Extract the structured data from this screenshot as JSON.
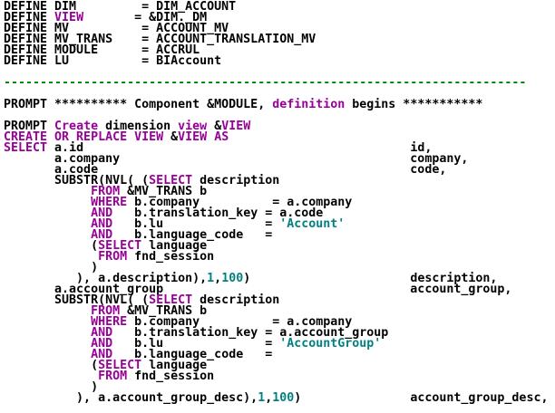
{
  "page": {
    "background": "#ffffff",
    "description": "SQL script editor view with syntax highlighting"
  },
  "palette": {
    "default": "#000000",
    "keyword": "#990099",
    "string": "#008080",
    "number": "#008080",
    "separator": "#008000"
  },
  "code": {
    "lines": [
      {
        "segments": [
          {
            "t": "DEFINE DIM         = DIM_ACCOUNT",
            "c": "default"
          }
        ]
      },
      {
        "segments": [
          {
            "t": "DEFINE ",
            "c": "default"
          },
          {
            "t": "VIEW",
            "c": "keyword"
          },
          {
            "t": "       = &DIM._DM",
            "c": "default"
          }
        ]
      },
      {
        "segments": [
          {
            "t": "DEFINE MV          = ACCOUNT_MV",
            "c": "default"
          }
        ]
      },
      {
        "segments": [
          {
            "t": "DEFINE MV_TRANS    = ACCOUNT_TRANSLATION_MV",
            "c": "default"
          }
        ]
      },
      {
        "segments": [
          {
            "t": "DEFINE MODULE      = ACCRUL",
            "c": "default"
          }
        ]
      },
      {
        "segments": [
          {
            "t": "DEFINE LU          = BIAccount",
            "c": "default"
          }
        ]
      },
      {
        "segments": []
      },
      {
        "segments": [
          {
            "t": "------------------------------------------------------------------------",
            "c": "separator"
          }
        ]
      },
      {
        "segments": []
      },
      {
        "segments": [
          {
            "t": "PROMPT ********** Component &MODULE, ",
            "c": "default"
          },
          {
            "t": "definition",
            "c": "keyword"
          },
          {
            "t": " begins ***********",
            "c": "default"
          }
        ]
      },
      {
        "segments": []
      },
      {
        "segments": [
          {
            "t": "PROMPT ",
            "c": "default"
          },
          {
            "t": "Create",
            "c": "keyword"
          },
          {
            "t": " dimension ",
            "c": "default"
          },
          {
            "t": "view",
            "c": "keyword"
          },
          {
            "t": " &",
            "c": "default"
          },
          {
            "t": "VIEW",
            "c": "keyword"
          }
        ]
      },
      {
        "segments": [
          {
            "t": "CREATE OR REPLACE VIEW",
            "c": "keyword"
          },
          {
            "t": " &",
            "c": "default"
          },
          {
            "t": "VIEW",
            "c": "keyword"
          },
          {
            "t": " ",
            "c": "default"
          },
          {
            "t": "AS",
            "c": "keyword"
          }
        ]
      },
      {
        "segments": [
          {
            "t": "SELECT",
            "c": "keyword"
          },
          {
            "t": " a.id                                             id,",
            "c": "default"
          }
        ]
      },
      {
        "segments": [
          {
            "t": "       a.company                                        company,",
            "c": "default"
          }
        ]
      },
      {
        "segments": [
          {
            "t": "       a.code                                           code,",
            "c": "default"
          }
        ]
      },
      {
        "segments": [
          {
            "t": "       SUBSTR(NVL( (",
            "c": "default"
          },
          {
            "t": "SELECT",
            "c": "keyword"
          },
          {
            "t": " description",
            "c": "default"
          }
        ]
      },
      {
        "segments": [
          {
            "t": "            ",
            "c": "default"
          },
          {
            "t": "FROM",
            "c": "keyword"
          },
          {
            "t": " &MV_TRANS b",
            "c": "default"
          }
        ]
      },
      {
        "segments": [
          {
            "t": "            ",
            "c": "default"
          },
          {
            "t": "WHERE",
            "c": "keyword"
          },
          {
            "t": " b.company          = a.company",
            "c": "default"
          }
        ]
      },
      {
        "segments": [
          {
            "t": "            ",
            "c": "default"
          },
          {
            "t": "AND",
            "c": "keyword"
          },
          {
            "t": "   b.translation_key = a.code",
            "c": "default"
          }
        ]
      },
      {
        "segments": [
          {
            "t": "            ",
            "c": "default"
          },
          {
            "t": "AND",
            "c": "keyword"
          },
          {
            "t": "   b.lu              = ",
            "c": "default"
          },
          {
            "t": "'Account'",
            "c": "string"
          }
        ]
      },
      {
        "segments": [
          {
            "t": "            ",
            "c": "default"
          },
          {
            "t": "AND",
            "c": "keyword"
          },
          {
            "t": "   b.language_code   =",
            "c": "default"
          }
        ]
      },
      {
        "segments": [
          {
            "t": "            (",
            "c": "default"
          },
          {
            "t": "SELECT",
            "c": "keyword"
          },
          {
            "t": " language",
            "c": "default"
          }
        ]
      },
      {
        "segments": [
          {
            "t": "             ",
            "c": "default"
          },
          {
            "t": "FROM",
            "c": "keyword"
          },
          {
            "t": " fnd_session",
            "c": "default"
          }
        ]
      },
      {
        "segments": [
          {
            "t": "            )",
            "c": "default"
          }
        ]
      },
      {
        "segments": [
          {
            "t": "          ), a.description),",
            "c": "default"
          },
          {
            "t": "1",
            "c": "number"
          },
          {
            "t": ",",
            "c": "default"
          },
          {
            "t": "100",
            "c": "number"
          },
          {
            "t": ")                      description,",
            "c": "default"
          }
        ]
      },
      {
        "segments": [
          {
            "t": "       a.account_group                                  account_group,",
            "c": "default"
          }
        ]
      },
      {
        "segments": [
          {
            "t": "       SUBSTR(NVL( (",
            "c": "default"
          },
          {
            "t": "SELECT",
            "c": "keyword"
          },
          {
            "t": " description",
            "c": "default"
          }
        ]
      },
      {
        "segments": [
          {
            "t": "            ",
            "c": "default"
          },
          {
            "t": "FROM",
            "c": "keyword"
          },
          {
            "t": " &MV_TRANS b",
            "c": "default"
          }
        ]
      },
      {
        "segments": [
          {
            "t": "            ",
            "c": "default"
          },
          {
            "t": "WHERE",
            "c": "keyword"
          },
          {
            "t": " b.company          = a.company",
            "c": "default"
          }
        ]
      },
      {
        "segments": [
          {
            "t": "            ",
            "c": "default"
          },
          {
            "t": "AND",
            "c": "keyword"
          },
          {
            "t": "   b.translation_key = a.account_group",
            "c": "default"
          }
        ]
      },
      {
        "segments": [
          {
            "t": "            ",
            "c": "default"
          },
          {
            "t": "AND",
            "c": "keyword"
          },
          {
            "t": "   b.lu              = ",
            "c": "default"
          },
          {
            "t": "'AccountGroup'",
            "c": "string"
          }
        ]
      },
      {
        "segments": [
          {
            "t": "            ",
            "c": "default"
          },
          {
            "t": "AND",
            "c": "keyword"
          },
          {
            "t": "   b.language_code   =",
            "c": "default"
          }
        ]
      },
      {
        "segments": [
          {
            "t": "            (",
            "c": "default"
          },
          {
            "t": "SELECT",
            "c": "keyword"
          },
          {
            "t": " language",
            "c": "default"
          }
        ]
      },
      {
        "segments": [
          {
            "t": "             ",
            "c": "default"
          },
          {
            "t": "FROM",
            "c": "keyword"
          },
          {
            "t": " fnd_session",
            "c": "default"
          }
        ]
      },
      {
        "segments": [
          {
            "t": "            )",
            "c": "default"
          }
        ]
      },
      {
        "segments": [
          {
            "t": "          ), a.account_group_desc),",
            "c": "default"
          },
          {
            "t": "1",
            "c": "number"
          },
          {
            "t": ",",
            "c": "default"
          },
          {
            "t": "100",
            "c": "number"
          },
          {
            "t": ")               account_group_desc,",
            "c": "default"
          }
        ]
      }
    ]
  }
}
